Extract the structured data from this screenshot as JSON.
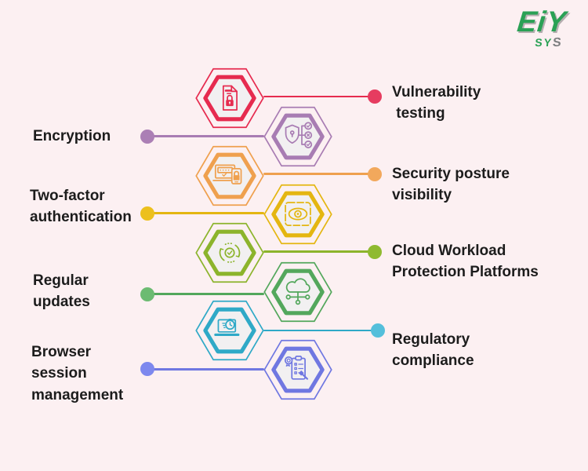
{
  "background_color": "#fcf0f2",
  "logo": {
    "main": "EiY",
    "sub_green": "SY",
    "sub_gray": "S",
    "green": "#2aa155",
    "gray": "#7d7e80"
  },
  "items": [
    {
      "name": "vulnerability-testing",
      "side": "right",
      "color": "#e62b4f",
      "dot_color": "#e63c60",
      "icon": "document-lock-icon",
      "lines": [
        "Vulnerability",
        " testing"
      ]
    },
    {
      "name": "encryption",
      "side": "left",
      "color": "#a87cb3",
      "dot_color": "#ab7fb5",
      "icon": "shield-verification-icon",
      "lines": [
        "Encryption"
      ]
    },
    {
      "name": "security-posture-visibility",
      "side": "right",
      "color": "#efa04e",
      "dot_color": "#f2a85c",
      "icon": "two-factor-devices-icon",
      "lines": [
        "Security posture",
        "visibility"
      ]
    },
    {
      "name": "two-factor-authentication",
      "side": "left",
      "color": "#e4b611",
      "dot_color": "#ecc01d",
      "icon": "eye-visibility-icon",
      "lines": [
        "Two-factor",
        "authentication"
      ]
    },
    {
      "name": "cloud-workload-protection-platforms",
      "side": "right",
      "color": "#8cb42c",
      "dot_color": "#8fba30",
      "icon": "update-cycle-icon",
      "lines": [
        "Cloud Workload",
        "Protection Platforms"
      ]
    },
    {
      "name": "regular-updates",
      "side": "left",
      "color": "#53a75c",
      "dot_color": "#6cbb72",
      "icon": "cloud-network-icon",
      "lines": [
        "Regular",
        "updates"
      ]
    },
    {
      "name": "regulatory-compliance",
      "side": "right",
      "color": "#2fa9c7",
      "dot_color": "#54bfdb",
      "icon": "laptop-session-timer-icon",
      "lines": [
        "Regulatory",
        "compliance"
      ]
    },
    {
      "name": "browser-session-management",
      "side": "left",
      "color": "#6f77e1",
      "dot_color": "#7d88ee",
      "icon": "compliance-checklist-icon",
      "lines": [
        "Browser",
        "session",
        "management"
      ]
    }
  ]
}
